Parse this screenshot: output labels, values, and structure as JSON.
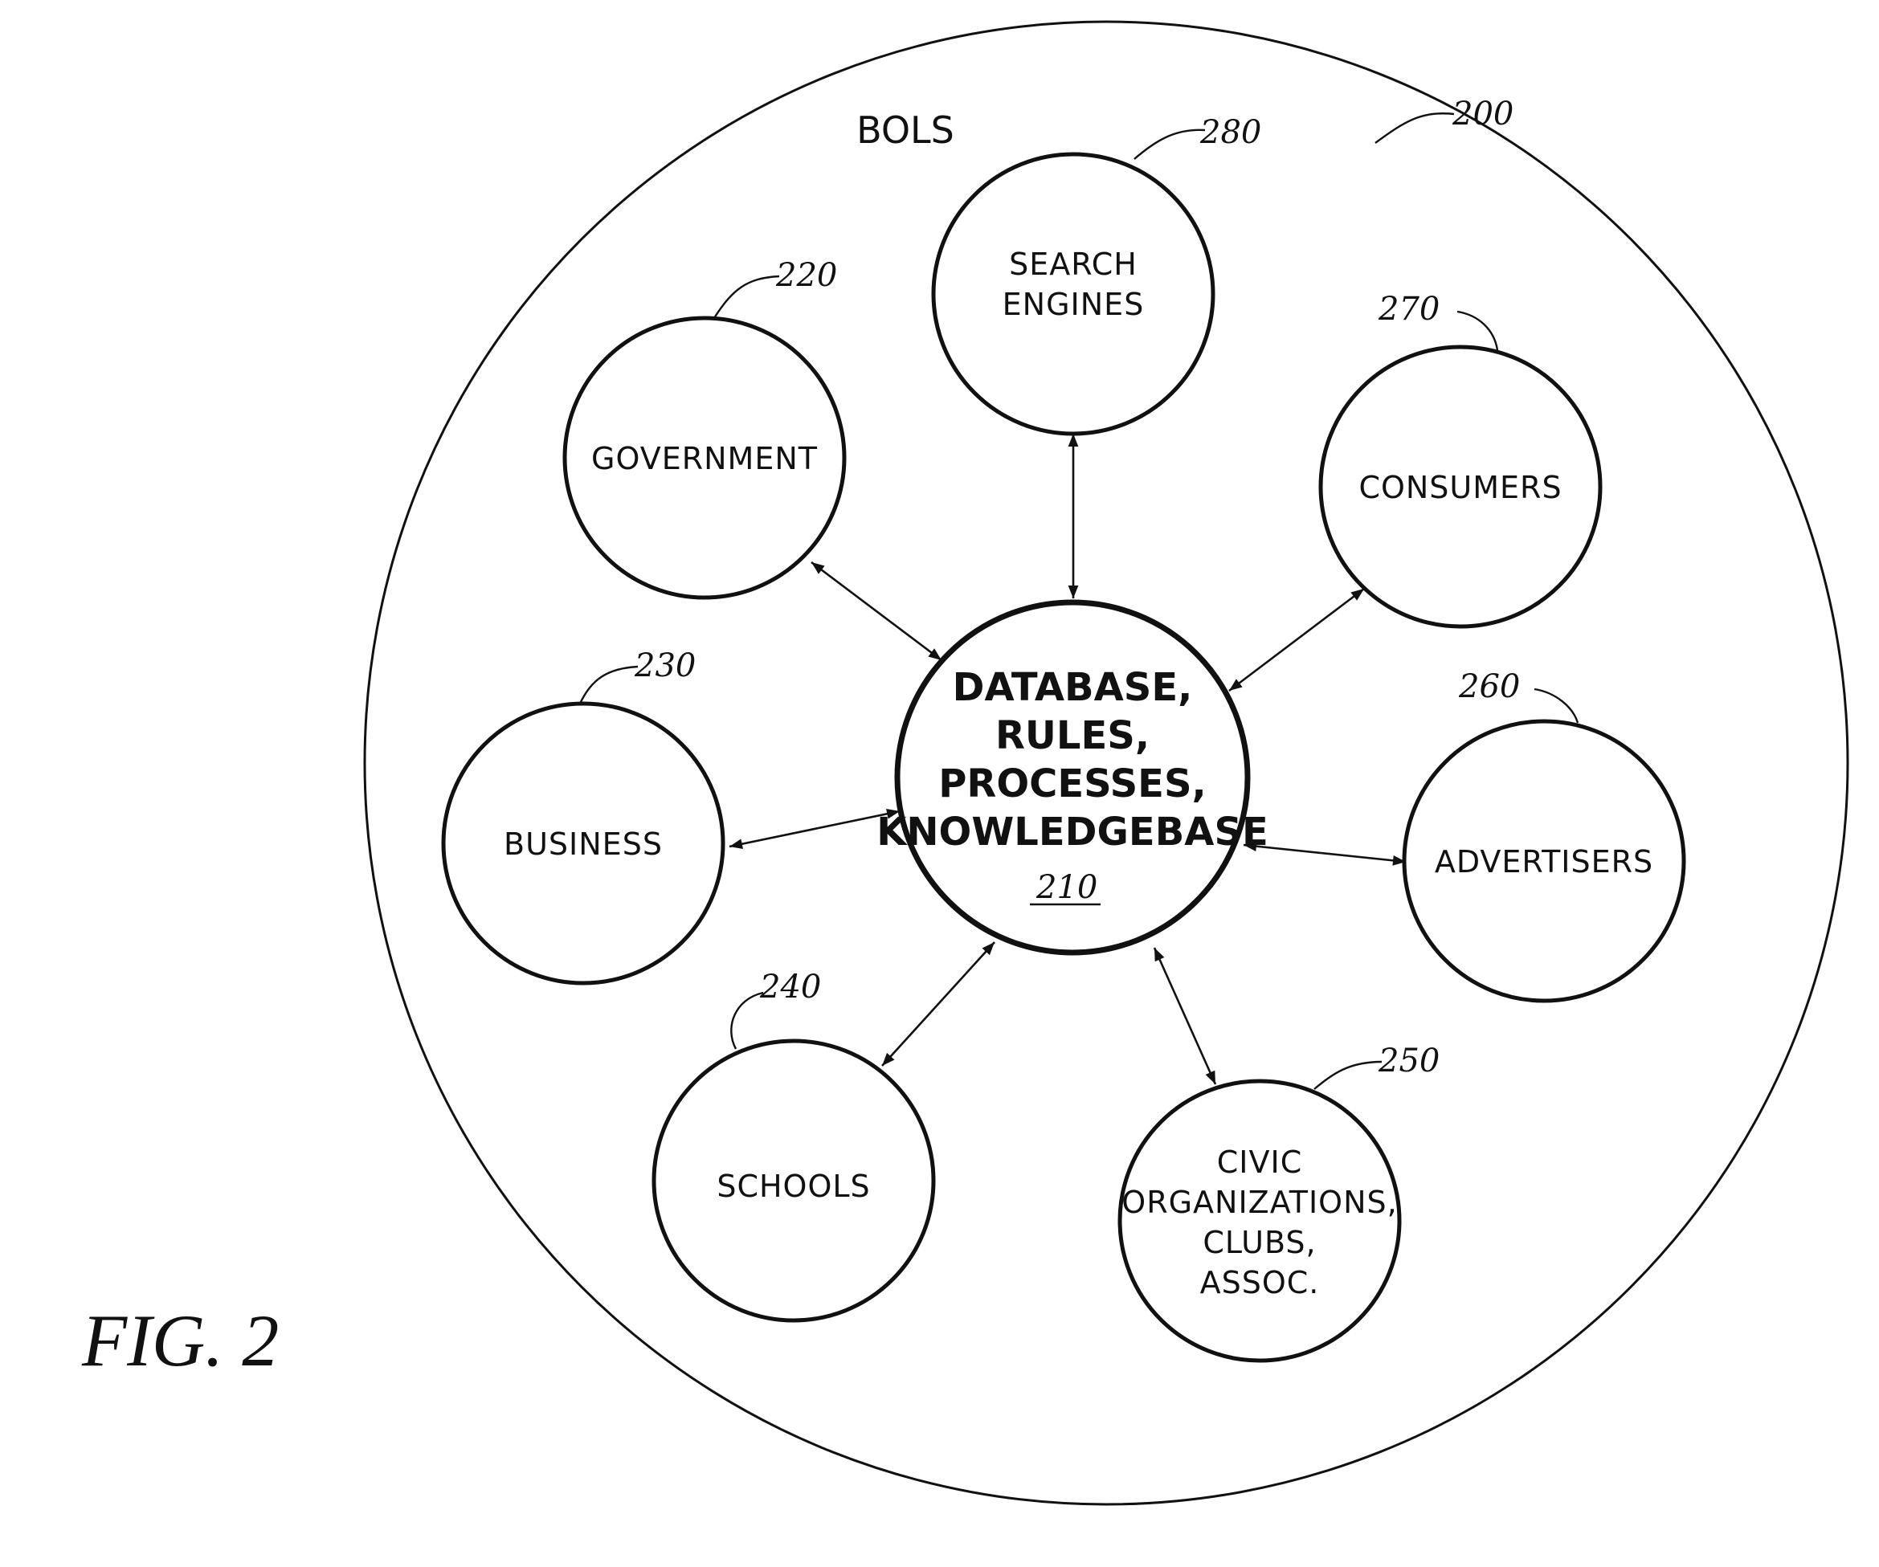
{
  "figure_label": "FIG. 2",
  "outer": {
    "label": "BOLS",
    "ref": "200"
  },
  "center": {
    "lines": [
      "DATABASE,",
      "RULES,",
      "PROCESSES,",
      "KNOWLEDGEBASE"
    ],
    "ref": "210"
  },
  "nodes": [
    {
      "id": "search-engines",
      "lines": [
        "SEARCH",
        "ENGINES"
      ],
      "ref": "280"
    },
    {
      "id": "government",
      "lines": [
        "GOVERNMENT"
      ],
      "ref": "220"
    },
    {
      "id": "consumers",
      "lines": [
        "CONSUMERS"
      ],
      "ref": "270"
    },
    {
      "id": "business",
      "lines": [
        "BUSINESS"
      ],
      "ref": "230"
    },
    {
      "id": "advertisers",
      "lines": [
        "ADVERTISERS"
      ],
      "ref": "260"
    },
    {
      "id": "schools",
      "lines": [
        "SCHOOLS"
      ],
      "ref": "240"
    },
    {
      "id": "civic-organizations",
      "lines": [
        "CIVIC",
        "ORGANIZATIONS,",
        "CLUBS,",
        "ASSOC."
      ],
      "ref": "250"
    }
  ]
}
